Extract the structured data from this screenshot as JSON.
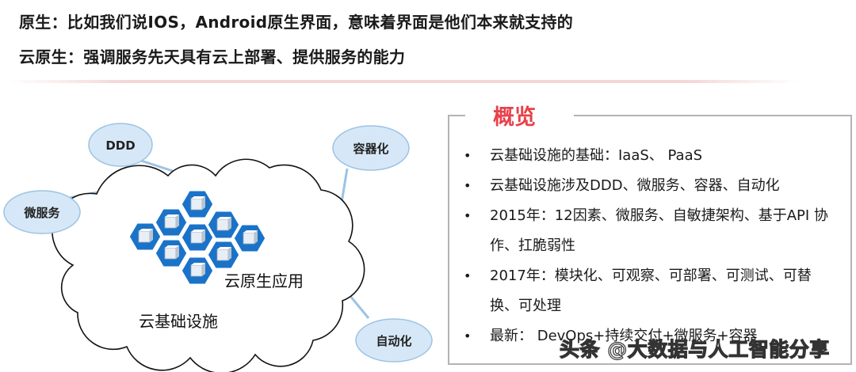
{
  "header": {
    "line1": "原生：比如我们说IOS，Android原生界面，意味着界面是他们本来就支持的",
    "line2": "云原生：强调服务先天具有云上部署、提供服务的能力"
  },
  "diagram": {
    "nodes": [
      "DDD",
      "容器化",
      "微服务",
      "自动化"
    ],
    "app_label": "云原生应用",
    "infra_label": "云基础设施",
    "colors": {
      "hex": "#1a73c8",
      "cube": "#e8eef5",
      "bubble": "#d6e8f7",
      "bubble_stroke": "#9cc3e4",
      "line": "#9cc3e4"
    }
  },
  "overview": {
    "title": "概览",
    "title_color": "#e8414a",
    "items": [
      "云基础设施的基础：IaaS、 PaaS",
      "云基础设施涉及DDD、微服务、容器、自动化",
      "2015年：12因素、微服务、自敏捷架构、基于API 协作、扛脆弱性",
      "2017年：模块化、可观察、可部署、可测试、可替换、可处理",
      "最新： DevOps+持续交付+微服务+容器"
    ]
  },
  "watermark": "头条 @大数据与人工智能分享"
}
